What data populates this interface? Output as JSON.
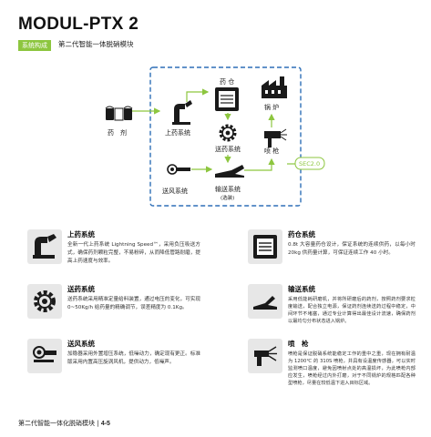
{
  "header": {
    "title": "MODUL-PTX 2",
    "tag": "系统构成",
    "subtitle": "第二代智能一体脱硝模块"
  },
  "diagram": {
    "labels": {
      "reagent": "药　剂",
      "reagent_tank": "药 仓",
      "boiler": "锅 炉",
      "feeder": "上药系统",
      "dosing": "送药系统",
      "nozzle": "喷 枪",
      "sec": "SEC2.0",
      "blower": "送风系统",
      "conveyor": "输送系统",
      "conveyor_note": "(选装)"
    }
  },
  "cards": [
    {
      "title": "上药系统",
      "text": "全新一代上药系统 Lightning Speed™，采用负压吸送方式，确保药剂颗粒完整，不易粉碎，从而降低管路耐磨，提高上药速度与效率。"
    },
    {
      "title": "药仓系统",
      "text": "0.8t 大容量药仓设计，保证系统的连续供药，以每小时 20kg 供药量计算，可保证连续工作 40 小时。"
    },
    {
      "title": "送药系统",
      "text": "送药系统采用精准定量给料装置，通过电压的变化，可实现 0~50Kg/h 给药量的精确调节，误差精度为 0.1Kg。"
    },
    {
      "title": "输送系统",
      "text": "采用低能耗研磨机，并将所研磨后的药剂，按照药剂要求粒度输送，配合独立电源，保证药剂连续送药过程中稳定，中间环节不堵塞，通过专业计算得出最佳设计流速，确保药剂以最均匀分布状态进入锅炉。"
    },
    {
      "title": "送风系统",
      "text": "加稳器采用外置增压系统，低噪动力，确定现有更正。标准版采用内置高压旋涡风机，提供动力，低噪声。"
    },
    {
      "title": "喷　枪",
      "text": "喷枪是保证脱硝系统能稳定工作的重中之重，现在拥有耐温为 1200℃ 的 310S 喷枪，并具有设温度传感器，可以实时监测喷口温度，避免因喷射点处的高温损坏，为此喷枪内部应发生，喷枪经过内外打磨，对于不同锅炉的规格匹配各种型喷枪，尽量在较低温下进入目标区域。"
    }
  ],
  "footer": {
    "text": "第二代智能一体化脱硝模块 |",
    "pages": "4-5"
  },
  "colors": {
    "accent": "#8dc63f",
    "dash_blue": "#2e6fb7",
    "icon_dark": "#1a1a1a",
    "icon_bg": "#e7e7e7"
  }
}
